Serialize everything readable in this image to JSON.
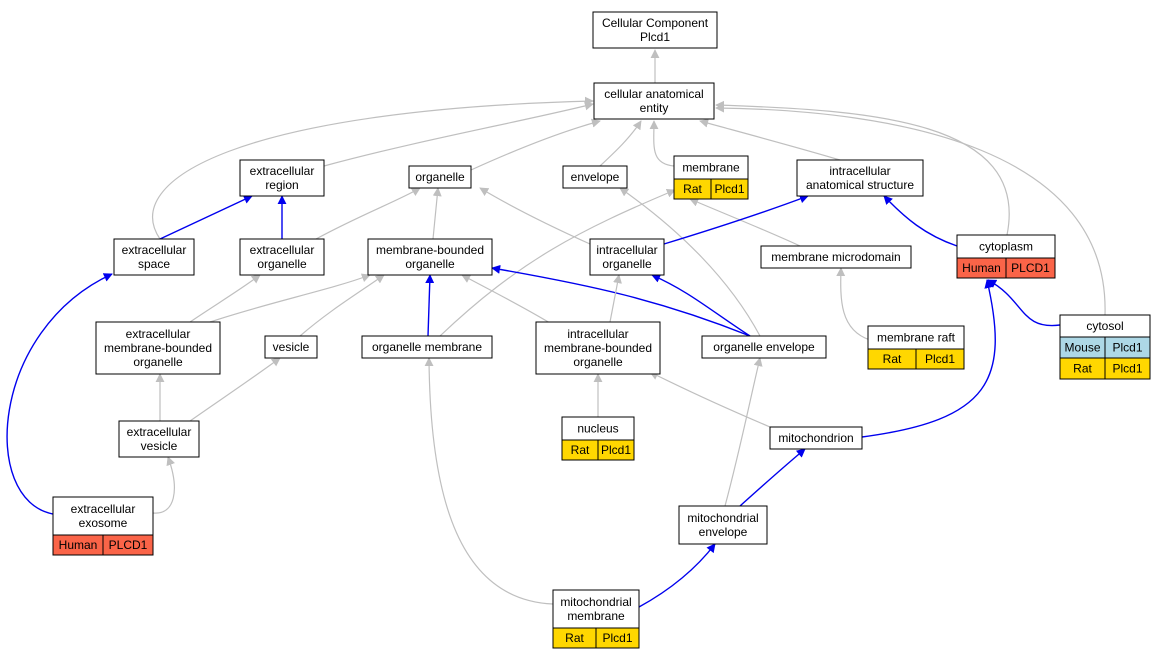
{
  "colors": {
    "gray_edge": "#bfbfbf",
    "blue_edge": "#0000ee",
    "human": "#fa6448",
    "rat": "#ffd700",
    "mouse": "#add8e6",
    "node_fill": "#ffffff",
    "node_border": "#000000"
  },
  "nodes": [
    {
      "id": "root",
      "lines": [
        "Cellular Component",
        "Plcd1"
      ],
      "rows": []
    },
    {
      "id": "cae",
      "lines": [
        "cellular anatomical",
        "entity"
      ],
      "rows": []
    },
    {
      "id": "extracellular_region",
      "lines": [
        "extracellular",
        "region"
      ],
      "rows": []
    },
    {
      "id": "organelle",
      "lines": [
        "organelle"
      ],
      "rows": []
    },
    {
      "id": "envelope",
      "lines": [
        "envelope"
      ],
      "rows": []
    },
    {
      "id": "membrane",
      "lines": [
        "membrane"
      ],
      "rows": [
        {
          "species": "Rat",
          "gene": "Plcd1"
        }
      ]
    },
    {
      "id": "intracellular_anatomical_structure",
      "lines": [
        "intracellular",
        "anatomical structure"
      ],
      "rows": []
    },
    {
      "id": "extracellular_space",
      "lines": [
        "extracellular",
        "space"
      ],
      "rows": []
    },
    {
      "id": "extracellular_organelle",
      "lines": [
        "extracellular",
        "organelle"
      ],
      "rows": []
    },
    {
      "id": "membrane_bounded_organelle",
      "lines": [
        "membrane-bounded",
        "organelle"
      ],
      "rows": []
    },
    {
      "id": "intracellular_organelle",
      "lines": [
        "intracellular",
        "organelle"
      ],
      "rows": []
    },
    {
      "id": "membrane_microdomain",
      "lines": [
        "membrane microdomain"
      ],
      "rows": []
    },
    {
      "id": "cytoplasm",
      "lines": [
        "cytoplasm"
      ],
      "rows": [
        {
          "species": "Human",
          "gene": "PLCD1"
        }
      ]
    },
    {
      "id": "cytosol",
      "lines": [
        "cytosol"
      ],
      "rows": [
        {
          "species": "Mouse",
          "gene": "Plcd1"
        },
        {
          "species": "Rat",
          "gene": "Plcd1"
        }
      ]
    },
    {
      "id": "ecmbo",
      "lines": [
        "extracellular",
        "membrane-bounded",
        "organelle"
      ],
      "rows": []
    },
    {
      "id": "vesicle",
      "lines": [
        "vesicle"
      ],
      "rows": []
    },
    {
      "id": "organelle_membrane",
      "lines": [
        "organelle membrane"
      ],
      "rows": []
    },
    {
      "id": "icmbo",
      "lines": [
        "intracellular",
        "membrane-bounded",
        "organelle"
      ],
      "rows": []
    },
    {
      "id": "organelle_envelope",
      "lines": [
        "organelle envelope"
      ],
      "rows": []
    },
    {
      "id": "membrane_raft",
      "lines": [
        "membrane raft"
      ],
      "rows": [
        {
          "species": "Rat",
          "gene": "Plcd1"
        }
      ]
    },
    {
      "id": "extracellular_vesicle",
      "lines": [
        "extracellular",
        "vesicle"
      ],
      "rows": []
    },
    {
      "id": "nucleus",
      "lines": [
        "nucleus"
      ],
      "rows": [
        {
          "species": "Rat",
          "gene": "Plcd1"
        }
      ]
    },
    {
      "id": "mitochondrion",
      "lines": [
        "mitochondrion"
      ],
      "rows": []
    },
    {
      "id": "extracellular_exosome",
      "lines": [
        "extracellular",
        "exosome"
      ],
      "rows": [
        {
          "species": "Human",
          "gene": "PLCD1"
        }
      ]
    },
    {
      "id": "mitochondrial_envelope",
      "lines": [
        "mitochondrial",
        "envelope"
      ],
      "rows": []
    },
    {
      "id": "mitochondrial_membrane",
      "lines": [
        "mitochondrial",
        "membrane"
      ],
      "rows": [
        {
          "species": "Rat",
          "gene": "Plcd1"
        }
      ]
    }
  ],
  "edges": [
    {
      "from": "cae",
      "to": "root",
      "kind": "gray"
    },
    {
      "from": "extracellular_region",
      "to": "cae",
      "kind": "gray"
    },
    {
      "from": "organelle",
      "to": "cae",
      "kind": "gray"
    },
    {
      "from": "envelope",
      "to": "cae",
      "kind": "gray"
    },
    {
      "from": "membrane",
      "to": "cae",
      "kind": "gray"
    },
    {
      "from": "intracellular_anatomical_structure",
      "to": "cae",
      "kind": "gray"
    },
    {
      "from": "extracellular_space",
      "to": "cae",
      "kind": "gray"
    },
    {
      "from": "cytoplasm",
      "to": "cae",
      "kind": "gray"
    },
    {
      "from": "cytosol",
      "to": "cae",
      "kind": "gray"
    },
    {
      "from": "extracellular_space",
      "to": "extracellular_region",
      "kind": "blue"
    },
    {
      "from": "extracellular_organelle",
      "to": "extracellular_region",
      "kind": "blue"
    },
    {
      "from": "extracellular_organelle",
      "to": "organelle",
      "kind": "gray"
    },
    {
      "from": "membrane_bounded_organelle",
      "to": "organelle",
      "kind": "gray"
    },
    {
      "from": "intracellular_organelle",
      "to": "organelle",
      "kind": "gray"
    },
    {
      "from": "organelle_envelope",
      "to": "envelope",
      "kind": "gray"
    },
    {
      "from": "organelle_membrane",
      "to": "membrane",
      "kind": "gray"
    },
    {
      "from": "membrane_microdomain",
      "to": "membrane",
      "kind": "gray"
    },
    {
      "from": "intracellular_organelle",
      "to": "intracellular_anatomical_structure",
      "kind": "blue"
    },
    {
      "from": "cytoplasm",
      "to": "intracellular_anatomical_structure",
      "kind": "blue"
    },
    {
      "from": "extracellular_exosome",
      "to": "extracellular_space",
      "kind": "blue"
    },
    {
      "from": "ecmbo",
      "to": "extracellular_organelle",
      "kind": "gray"
    },
    {
      "from": "ecmbo",
      "to": "membrane_bounded_organelle",
      "kind": "gray"
    },
    {
      "from": "vesicle",
      "to": "membrane_bounded_organelle",
      "kind": "gray"
    },
    {
      "from": "organelle_membrane",
      "to": "membrane_bounded_organelle",
      "kind": "blue"
    },
    {
      "from": "icmbo",
      "to": "membrane_bounded_organelle",
      "kind": "gray"
    },
    {
      "from": "organelle_envelope",
      "to": "membrane_bounded_organelle",
      "kind": "blue"
    },
    {
      "from": "icmbo",
      "to": "intracellular_organelle",
      "kind": "gray"
    },
    {
      "from": "organelle_envelope",
      "to": "intracellular_organelle",
      "kind": "blue"
    },
    {
      "from": "membrane_raft",
      "to": "membrane_microdomain",
      "kind": "gray"
    },
    {
      "from": "cytosol",
      "to": "cytoplasm",
      "kind": "blue"
    },
    {
      "from": "mitochondrion",
      "to": "cytoplasm",
      "kind": "blue"
    },
    {
      "from": "extracellular_vesicle",
      "to": "ecmbo",
      "kind": "gray"
    },
    {
      "from": "extracellular_vesicle",
      "to": "vesicle",
      "kind": "gray"
    },
    {
      "from": "mitochondrial_membrane",
      "to": "organelle_membrane",
      "kind": "gray"
    },
    {
      "from": "nucleus",
      "to": "icmbo",
      "kind": "gray"
    },
    {
      "from": "mitochondrion",
      "to": "icmbo",
      "kind": "gray"
    },
    {
      "from": "mitochondrial_envelope",
      "to": "organelle_envelope",
      "kind": "gray"
    },
    {
      "from": "extracellular_exosome",
      "to": "extracellular_vesicle",
      "kind": "gray"
    },
    {
      "from": "mitochondrial_envelope",
      "to": "mitochondrion",
      "kind": "blue"
    },
    {
      "from": "mitochondrial_membrane",
      "to": "mitochondrial_envelope",
      "kind": "blue"
    }
  ]
}
